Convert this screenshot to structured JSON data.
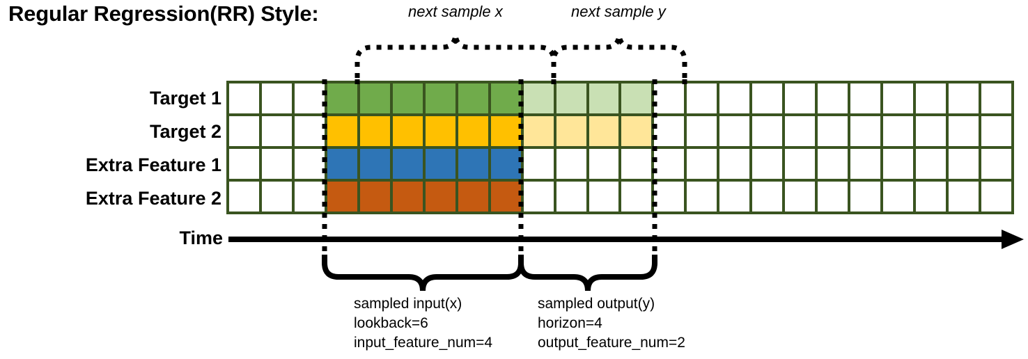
{
  "title": "Regular Regression(RR) Style:",
  "colors": {
    "grid_border": "#3a5420",
    "target1": "#70ab4b",
    "target1_faded": "#c9e0b4",
    "target2": "#ffc000",
    "target2_faded": "#ffe699",
    "extra1": "#2e75b6",
    "extra2": "#c55a11",
    "empty": "#ffffff",
    "ink": "#000000"
  },
  "rows": [
    {
      "label": "Target 1",
      "name": "target-1"
    },
    {
      "label": "Target 2",
      "name": "target-2"
    },
    {
      "label": "Extra Feature 1",
      "name": "extra-feature-1"
    },
    {
      "label": "Extra Feature 2",
      "name": "extra-feature-2"
    }
  ],
  "grid": {
    "columns": 24,
    "rows": 4,
    "input_start_col": 3,
    "input_end_col": 9,
    "output_start_col": 9,
    "output_end_col": 13,
    "fill": [
      [
        "empty",
        "empty",
        "empty",
        "target1",
        "target1",
        "target1",
        "target1",
        "target1",
        "target1",
        "target1_faded",
        "target1_faded",
        "target1_faded",
        "target1_faded",
        "empty",
        "empty",
        "empty",
        "empty",
        "empty",
        "empty",
        "empty",
        "empty",
        "empty",
        "empty",
        "empty"
      ],
      [
        "empty",
        "empty",
        "empty",
        "target2",
        "target2",
        "target2",
        "target2",
        "target2",
        "target2",
        "target2_faded",
        "target2_faded",
        "target2_faded",
        "target2_faded",
        "empty",
        "empty",
        "empty",
        "empty",
        "empty",
        "empty",
        "empty",
        "empty",
        "empty",
        "empty",
        "empty"
      ],
      [
        "empty",
        "empty",
        "empty",
        "extra1",
        "extra1",
        "extra1",
        "extra1",
        "extra1",
        "extra1",
        "empty",
        "empty",
        "empty",
        "empty",
        "empty",
        "empty",
        "empty",
        "empty",
        "empty",
        "empty",
        "empty",
        "empty",
        "empty",
        "empty",
        "empty"
      ],
      [
        "empty",
        "empty",
        "empty",
        "extra2",
        "extra2",
        "extra2",
        "extra2",
        "extra2",
        "extra2",
        "empty",
        "empty",
        "empty",
        "empty",
        "empty",
        "empty",
        "empty",
        "empty",
        "empty",
        "empty",
        "empty",
        "empty",
        "empty",
        "empty",
        "empty"
      ]
    ]
  },
  "annotations": {
    "next_sample_x": "next sample x",
    "next_sample_y": "next sample y"
  },
  "time_axis": {
    "label": "Time"
  },
  "captions": {
    "input": {
      "line1": "sampled input(x)",
      "line2": "lookback=6",
      "line3": "input_feature_num=4"
    },
    "output": {
      "line1": "sampled output(y)",
      "line2": "horizon=4",
      "line3": "output_feature_num=2"
    }
  }
}
